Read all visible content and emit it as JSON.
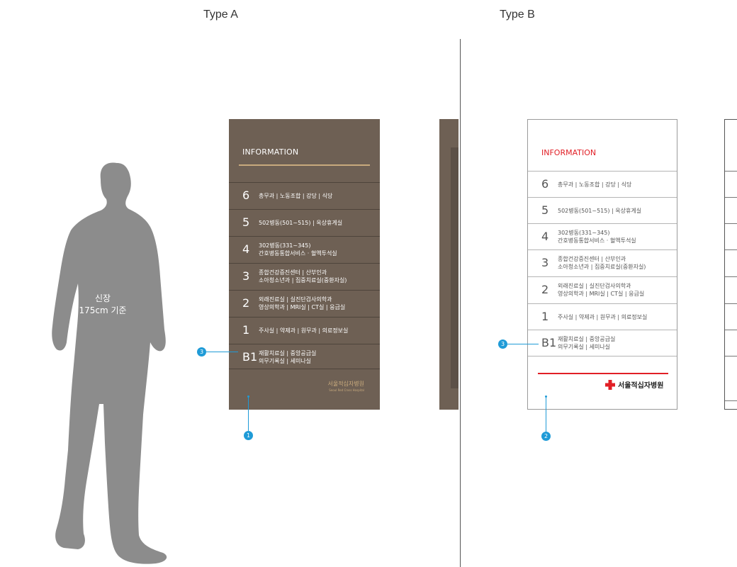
{
  "titles": {
    "type_a": "Type A",
    "type_b": "Type B"
  },
  "person": {
    "label_line1": "신장",
    "label_line2": "175cm 기준"
  },
  "sign": {
    "info": "INFORMATION",
    "rows": [
      {
        "num": "6",
        "line1": "총무과 | 노동조합 | 강당 | 식당",
        "line2": ""
      },
      {
        "num": "5",
        "line1": "502병동(501~515) | 옥상휴게실",
        "line2": ""
      },
      {
        "num": "4",
        "line1": "302병동(331~345)",
        "line2": "간호병동통합서비스 · 혈액투석실"
      },
      {
        "num": "3",
        "line1": "종합건강증진센터 | 산부인과",
        "line2": "소아청소년과 | 집중치료실(중환자실)"
      },
      {
        "num": "2",
        "line1": "외래진료실 | 실진단검사의학과",
        "line2": "영상의학과 | MRI실 | CT실 | 응급실"
      },
      {
        "num": "1",
        "line1": "주사실 | 약제과 | 원무과 | 의료정보실",
        "line2": ""
      },
      {
        "num": "B1",
        "line1": "재활치료실 | 중앙공급실",
        "line2": "의무기록실 | 세미나실"
      }
    ],
    "logo_ko": "서울적십자병원",
    "logo_en": "Seoul Red Cross Hospital"
  },
  "markers": {
    "m1": "1",
    "m2": "2",
    "m3": "3"
  },
  "colors": {
    "brown": "#6e6054",
    "gold": "#c8aa7d",
    "red": "#e11f26",
    "blue": "#1f9bd7"
  }
}
